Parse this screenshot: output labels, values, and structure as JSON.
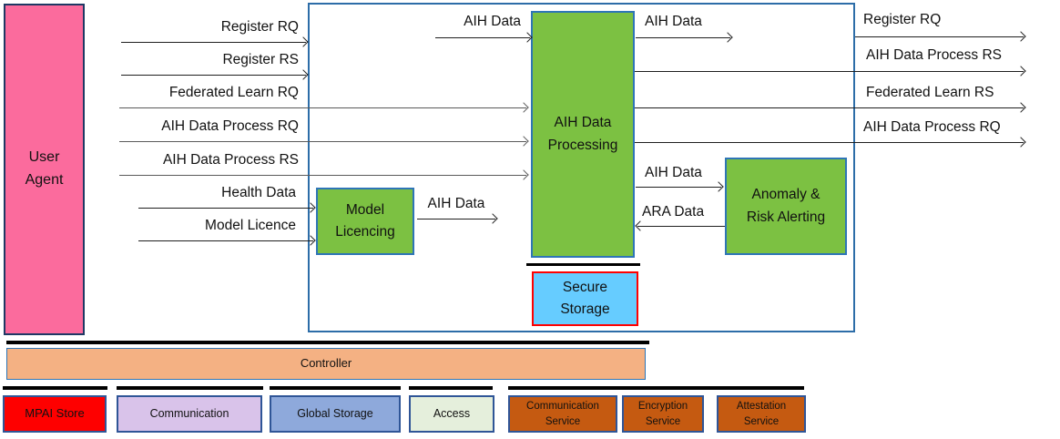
{
  "nodes": {
    "user_agent": "User\nAgent",
    "aih_data_processing": "AIH Data\nProcessing",
    "model_licencing": "Model\nLicencing",
    "anomaly_risk_alerting": "Anomaly &\nRisk Alerting",
    "secure_storage": "Secure\nStorage",
    "controller": "Controller",
    "mpai_store": "MPAI Store",
    "communication": "Communication",
    "global_storage": "Global Storage",
    "access": "Access",
    "communication_service": "Communication\nService",
    "encryption_service": "Encryption\nService",
    "attestation_service": "Attestation\nService"
  },
  "flows": {
    "register_rq_in": "Register RQ",
    "register_rs_in": "Register RS",
    "federated_learn_rq": "Federated Learn RQ",
    "aih_data_process_rq_in": "AIH Data Process RQ",
    "aih_data_process_rs_in": "AIH Data Process RS",
    "health_data": "Health Data",
    "model_licence": "Model Licence",
    "aih_data_top_in": "AIH Data",
    "aih_data_top_out": "AIH Data",
    "register_rq_out": "Register RQ",
    "aih_data_process_rs_out": "AIH Data Process RS",
    "federated_learn_rs_out": "Federated Learn RS",
    "aih_data_process_rq_out": "AIH Data Process RQ",
    "aih_data_to_ara": "AIH Data",
    "ara_data": "ARA Data",
    "aih_data_from_model": "AIH Data"
  },
  "colors": {
    "user_agent_pink": "#fb6b9d",
    "module_green": "#7cc142",
    "border_blue": "#2e75b6",
    "secure_storage_cyan": "#66ccff",
    "secure_storage_border_red": "#ff0000",
    "controller_peach": "#f4b183",
    "mpai_store_red": "#fe0000",
    "communication_lilac": "#d9c3ea",
    "global_storage_slate": "#8ea9db",
    "access_mint": "#e5efdc",
    "service_orange": "#c55a11",
    "platform_bar_black": "#000000"
  }
}
